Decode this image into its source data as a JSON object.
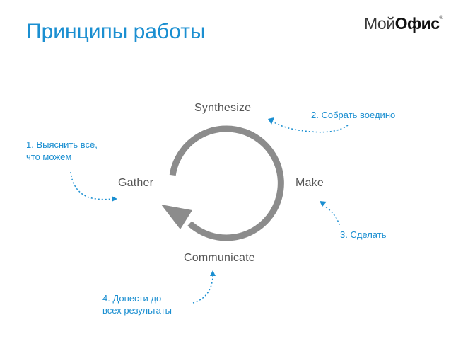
{
  "slide": {
    "title": "Принципы работы",
    "logo": {
      "part1": "Мой",
      "part2": "Офис",
      "mark": "®"
    }
  },
  "stages": {
    "synthesize": "Synthesize",
    "make": "Make",
    "communicate": "Communicate",
    "gather": "Gather"
  },
  "notes": {
    "gather": {
      "line1": "1. Выяснить всё,",
      "line2": "что можем"
    },
    "synthesize": "2. Собрать воедино",
    "make": "3. Сделать",
    "communicate": {
      "line1": "4. Донести до",
      "line2": "всех результаты"
    }
  },
  "colors": {
    "accent": "#1b8fd1",
    "cycle": "#8c8c8c",
    "stage_text": "#555555"
  }
}
